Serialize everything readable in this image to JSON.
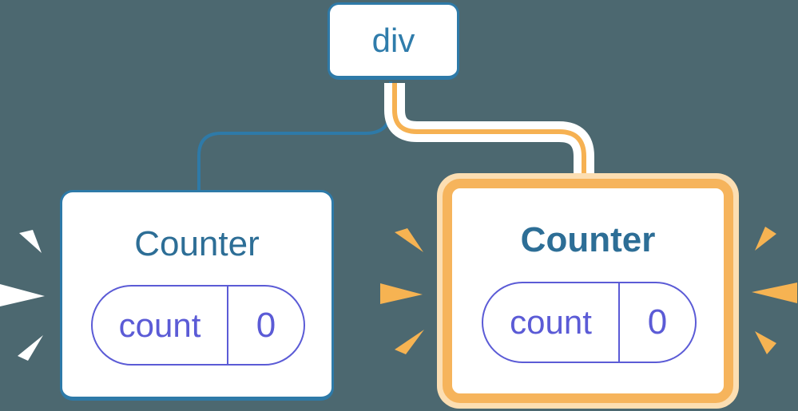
{
  "diagram": {
    "description": "React component tree: a root div element with two Counter children; the right Counter is highlighted (re-rendering) with an orange frame and orange sparkles, the left has white sparkles",
    "background_color": "#4c6870",
    "root_node": {
      "label": "div",
      "border_color": "#2e7aa8",
      "text_color": "#2f7cab"
    },
    "edges": {
      "to_left_counter": {
        "color": "#2e7aa8",
        "style": "plain"
      },
      "to_right_counter": {
        "color": "#f6b152",
        "style": "white-cased",
        "casing_color": "#ffffff"
      }
    },
    "counters": {
      "left": {
        "title": "Counter",
        "highlighted": false,
        "border_color": "#2e7aa8",
        "state": {
          "label": "count",
          "value": "0"
        },
        "sparkle_color": "#ffffff"
      },
      "right": {
        "title": "Counter",
        "highlighted": true,
        "border_color": "#f6b45c",
        "halo_color": "#fcdeb2",
        "state": {
          "label": "count",
          "value": "0"
        },
        "sparkle_color": "#f6b352"
      }
    },
    "accent_colors": {
      "blue": "#2e7aa8",
      "title_blue": "#2d6e96",
      "purple": "#5b5bd6",
      "orange": "#f6b152"
    }
  }
}
